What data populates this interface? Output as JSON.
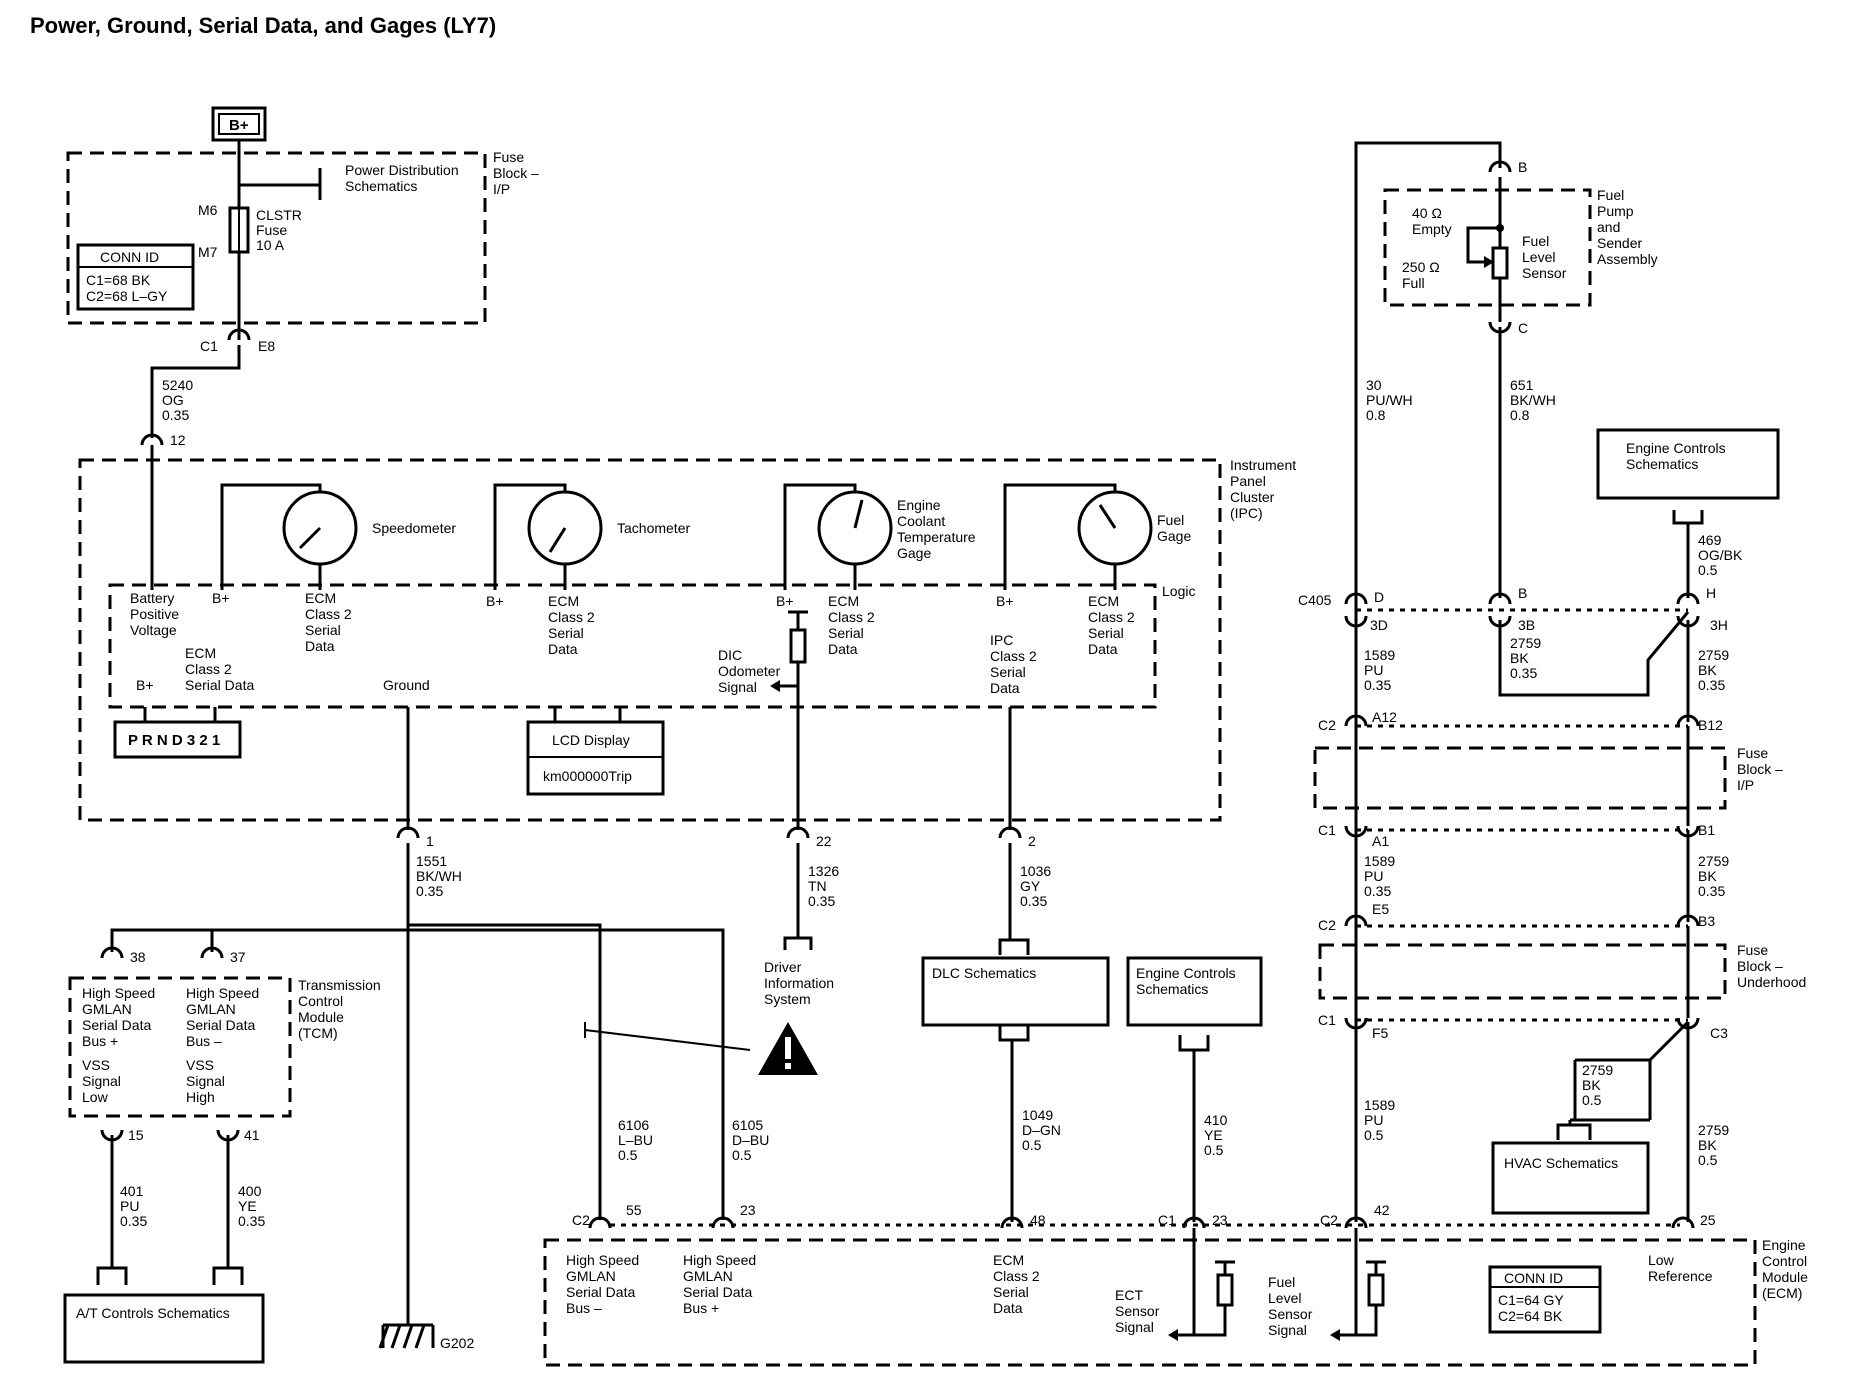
{
  "title": "Power, Ground, Serial Data, and Gages (LY7)",
  "bplus_box": "B+",
  "fuse_block_ip": {
    "label": [
      "Fuse",
      "Block –",
      "I/P"
    ],
    "power_distribution": [
      "Power Distribution",
      "Schematics"
    ],
    "pin_top": "M6",
    "pin_bottom": "M7",
    "fuse": [
      "CLSTR",
      "Fuse",
      "10 A"
    ],
    "conn_id_title": "CONN ID",
    "conn_id_lines": [
      "C1=68 BK",
      "C2=68 L–GY"
    ],
    "out_conn": "C1",
    "out_pin": "E8"
  },
  "wire_5240": [
    "5240",
    "OG",
    "0.35"
  ],
  "ipc": {
    "label": [
      "Instrument",
      "Panel",
      "Cluster",
      "(IPC)"
    ],
    "pin_in": "12",
    "logic": "Logic",
    "speedometer": "Speedometer",
    "tachometer": "Tachometer",
    "coolant": [
      "Engine",
      "Coolant",
      "Temperature",
      "Gage"
    ],
    "fuel_gage": [
      "Fuel",
      "Gage"
    ],
    "battery": [
      "Battery",
      "Positive",
      "Voltage"
    ],
    "bplus": "B+",
    "ecm_serial": [
      "ECM",
      "Class 2",
      "Serial",
      "Data"
    ],
    "ecm_serial_inline": [
      "ECM",
      "Class 2",
      "Serial Data"
    ],
    "ground": "Ground",
    "dic": [
      "DIC",
      "Odometer",
      "Signal"
    ],
    "ipc_serial": [
      "IPC",
      "Class 2",
      "Serial",
      "Data"
    ],
    "prnd": "P R N D 3 2 1",
    "lcd_title": "LCD Display",
    "lcd_value": "km000000Trip",
    "pin_ground": "1",
    "pin_dic": "22",
    "pin_data": "2"
  },
  "wire_1551": [
    "1551",
    "BK/WH",
    "0.35"
  ],
  "wire_1326": [
    "1326",
    "TN",
    "0.35"
  ],
  "wire_1036": [
    "1036",
    "GY",
    "0.35"
  ],
  "dis": [
    "Driver",
    "Information",
    "System"
  ],
  "dlc": "DLC Schematics",
  "ecs_mid": [
    "Engine Controls",
    "Schematics"
  ],
  "tcm": {
    "label": [
      "Transmission",
      "Control",
      "Module",
      "(TCM)"
    ],
    "pin_38": "38",
    "pin_37": "37",
    "bus_plus": [
      "High Speed",
      "GMLAN",
      "Serial Data",
      "Bus +"
    ],
    "bus_minus": [
      "High Speed",
      "GMLAN",
      "Serial Data",
      "Bus –"
    ],
    "vss_low": [
      "VSS",
      "Signal",
      "Low"
    ],
    "vss_high": [
      "VSS",
      "Signal",
      "High"
    ],
    "pin_15": "15",
    "pin_41": "41"
  },
  "wire_401": [
    "401",
    "PU",
    "0.35"
  ],
  "wire_400": [
    "400",
    "YE",
    "0.35"
  ],
  "at_controls": "A/T Controls Schematics",
  "g202": "G202",
  "wire_6106": [
    "6106",
    "L–BU",
    "0.5"
  ],
  "wire_6105": [
    "6105",
    "D–BU",
    "0.5"
  ],
  "wire_1049": [
    "1049",
    "D–GN",
    "0.5"
  ],
  "wire_410": [
    "410",
    "YE",
    "0.5"
  ],
  "ecm": {
    "label": [
      "Engine",
      "Control",
      "Module",
      "(ECM)"
    ],
    "c2": "C2",
    "c1": "C1",
    "pin_55": "55",
    "pin_23a": "23",
    "pin_48": "48",
    "pin_23b": "23",
    "pin_42": "42",
    "pin_25": "25",
    "bus_minus": [
      "High Speed",
      "GMLAN",
      "Serial Data",
      "Bus –"
    ],
    "bus_plus": [
      "High Speed",
      "GMLAN",
      "Serial Data",
      "Bus +"
    ],
    "ecm_serial": [
      "ECM",
      "Class 2",
      "Serial",
      "Data"
    ],
    "ect": [
      "ECT",
      "Sensor",
      "Signal"
    ],
    "fuel_level": [
      "Fuel",
      "Level",
      "Sensor",
      "Signal"
    ],
    "low_ref": [
      "Low",
      "Reference"
    ],
    "conn_id_title": "CONN ID",
    "conn_id_lines": [
      "C1=64 GY",
      "C2=64 BK"
    ]
  },
  "fuel_pump": {
    "label": [
      "Fuel",
      "Pump",
      "and",
      "Sender",
      "Assembly"
    ],
    "pin_b": "B",
    "pin_c": "C",
    "empty": [
      "40 Ω",
      "Empty"
    ],
    "full": [
      "250 Ω",
      "Full"
    ],
    "sensor": [
      "Fuel",
      "Level",
      "Sensor"
    ]
  },
  "wire_30": [
    "30",
    "PU/WH",
    "0.8"
  ],
  "wire_651": [
    "651",
    "BK/WH",
    "0.8"
  ],
  "ecs_right": [
    "Engine Controls",
    "Schematics"
  ],
  "wire_469": [
    "469",
    "OG/BK",
    "0.5"
  ],
  "c405": {
    "name": "C405",
    "d": "D",
    "b": "B",
    "h": "H",
    "d3": "3D",
    "b3": "3B",
    "h3": "3H"
  },
  "wire_1589a": [
    "1589",
    "PU",
    "0.35"
  ],
  "wire_2759a": [
    "2759",
    "BK",
    "0.35"
  ],
  "wire_2759b": [
    "2759",
    "BK",
    "0.35"
  ],
  "fuse_ip_right": {
    "label": [
      "Fuse",
      "Block –",
      "I/P"
    ],
    "c2": "C2",
    "a12": "A12",
    "b12": "B12",
    "c1": "C1",
    "a1": "A1",
    "b1": "B1"
  },
  "wire_1589b": [
    "1589",
    "PU",
    "0.35"
  ],
  "wire_2759c": [
    "2759",
    "BK",
    "0.35"
  ],
  "fuse_underhood": {
    "label": [
      "Fuse",
      "Block –",
      "Underhood"
    ],
    "c2": "C2",
    "e5": "E5",
    "b3": "B3",
    "c1": "C1",
    "f5": "F5",
    "c3": "C3"
  },
  "wire_2759d": [
    "2759",
    "BK",
    "0.5"
  ],
  "hvac": "HVAC Schematics",
  "wire_1589c": [
    "1589",
    "PU",
    "0.5"
  ],
  "wire_2759e": [
    "2759",
    "BK",
    "0.5"
  ]
}
